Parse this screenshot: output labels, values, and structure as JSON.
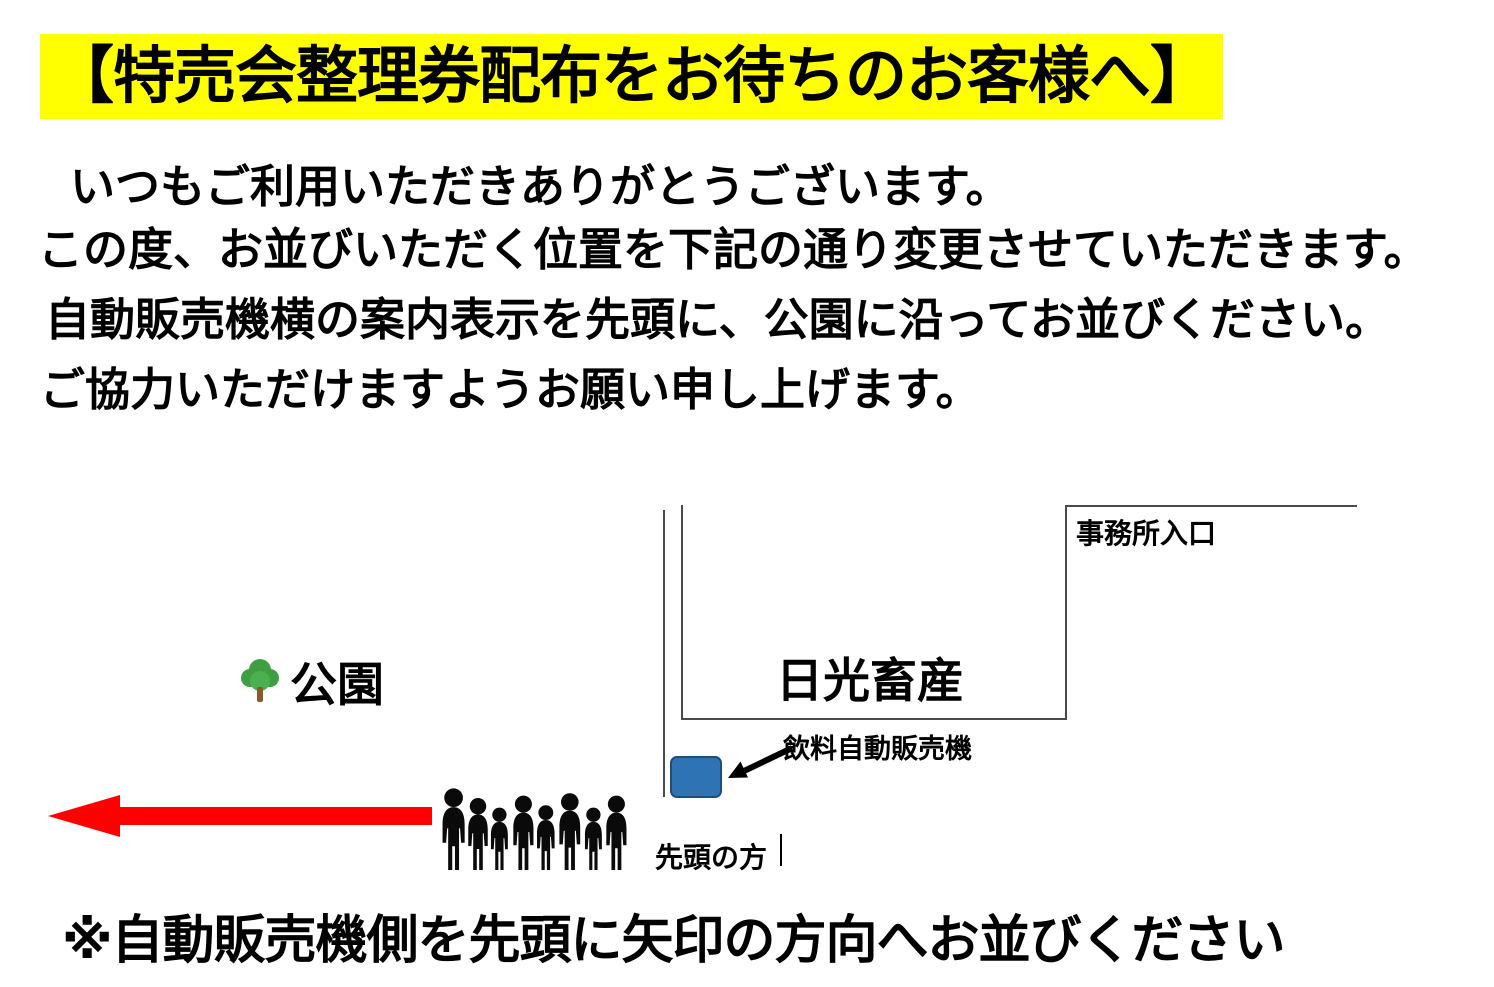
{
  "title": "【特売会整理券配布をお待ちのお客様へ】",
  "body": {
    "line1": "いつもご利用いただきありがとうございます。",
    "line2": "この度、お並びいただく位置を下記の通り変更させていただきます。",
    "line3": "自動販売機横の案内表示を先頭に、公園に沿ってお並びください。",
    "line4": "ご協力いただけますようお願い申し上げます。"
  },
  "diagram": {
    "office_entrance_label": "事務所入口",
    "company_label": "日光畜産",
    "park_label": "公園",
    "vending_machine_label": "飲料自動販売機",
    "queue_front_label": "先頭の方",
    "queue_people_count": 8,
    "arrow_direction": "left"
  },
  "footer_note": "※自動販売機側を先頭に矢印の方向へお並びください",
  "colors": {
    "highlight_yellow": "#ffff00",
    "vending_machine_blue": "#2e74b5",
    "direction_arrow_red": "#ff0000",
    "diagram_line_gray": "#4a4a4a",
    "text_black": "#000000"
  }
}
